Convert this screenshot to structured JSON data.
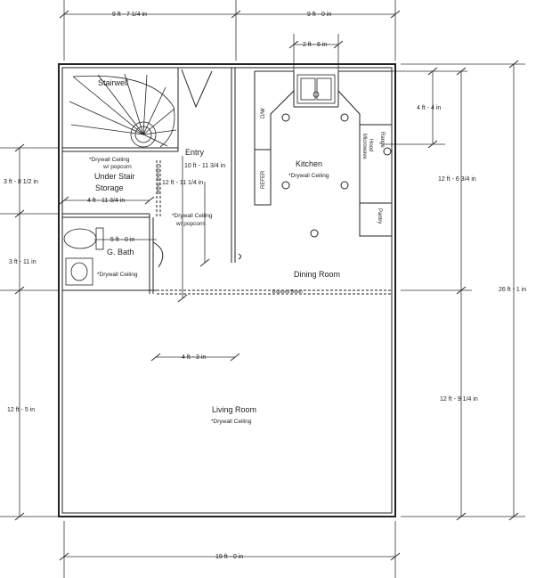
{
  "dimensions": {
    "top_left": "9 ft - 7 1/4 in",
    "top_right": "9 ft - 0 in",
    "sink_width": "2 ft - 6 in",
    "right_upper": "4 ft - 4 in",
    "right_mid": "12 ft - 6 3/4 in",
    "right_total": "26 ft - 1 in",
    "right_lower": "12 ft - 9 1/4 in",
    "left_upper": "3 ft - 8 1/2 in",
    "left_mid": "3 ft - 11 in",
    "left_lower": "12 ft - 5 in",
    "storage_width": "4 ft - 11 3/4 in",
    "entry_width": "10 ft - 11 3/4 in",
    "entry_width_2": "12 ft - 11 1/4 in",
    "bath_width": "5 ft - 0 in",
    "hall_width": "4 ft - 3 in",
    "bottom": "19 ft - 0 in"
  },
  "rooms": {
    "stairwell": "Stairwell",
    "under_stair_1": "Under Stair",
    "under_stair_2": "Storage",
    "entry": "Entry",
    "kitchen": "Kitchen",
    "dining": "Dining Room",
    "bath": "G. Bath",
    "living": "Living Room"
  },
  "notes": {
    "drywall": "*Drywall Ceiling",
    "drywall_popcorn_1": "*Drywall Ceiling",
    "drywall_popcorn_1b": "w/ popcorn",
    "drywall_popcorn_2": "*Drywall Ceiling",
    "drywall_popcorn_2b": "w/ popcorn",
    "kitchen_ceiling": "*Drywall Ceiling",
    "bath_ceiling": "*Drywall Ceiling",
    "living_ceiling": "*Drywall Ceiling",
    "exposed_beam": "Exposed Beam",
    "exposed_beam_2": "Exposed Beam"
  },
  "fixtures": {
    "dw": "D/W",
    "refer": "REFER",
    "range": "Range",
    "microwave_1": "Microwave",
    "microwave_2": "Hood",
    "pantry": "Pantry"
  }
}
